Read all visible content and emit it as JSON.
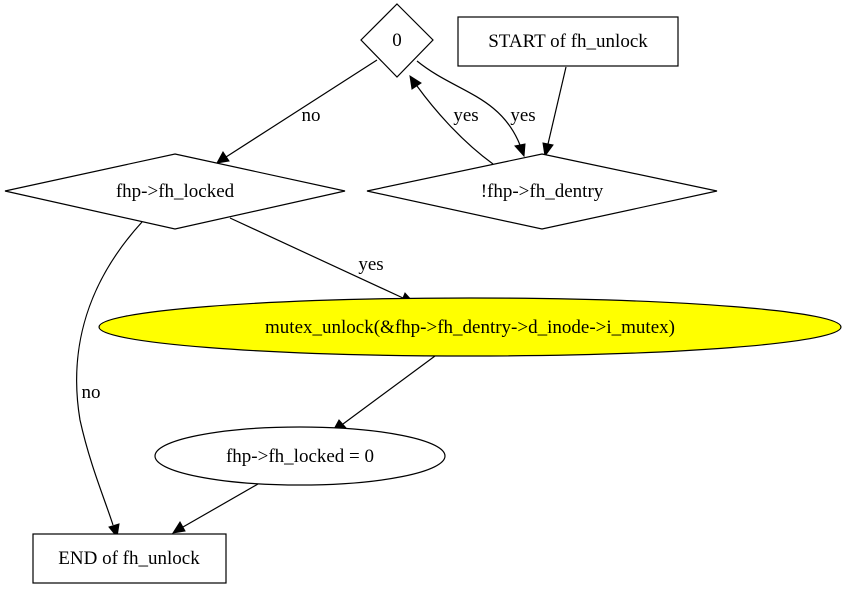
{
  "diagram": {
    "nodes": {
      "start": "START of fh_unlock",
      "zero": "0",
      "fh_dentry": "!fhp->fh_dentry",
      "fh_locked": "fhp->fh_locked",
      "mutex_unlock": "mutex_unlock(&fhp->fh_dentry->d_inode->i_mutex)",
      "set_locked": "fhp->fh_locked = 0",
      "end": "END of fh_unlock"
    },
    "edges": {
      "zero_to_locked": "no",
      "dentry_to_zero": "yes",
      "zero_to_dentry": "yes",
      "locked_to_mutex": "yes",
      "locked_to_end": "no"
    },
    "colors": {
      "highlight_fill": "#ffff00",
      "stroke": "#000000",
      "background": "#ffffff"
    }
  }
}
